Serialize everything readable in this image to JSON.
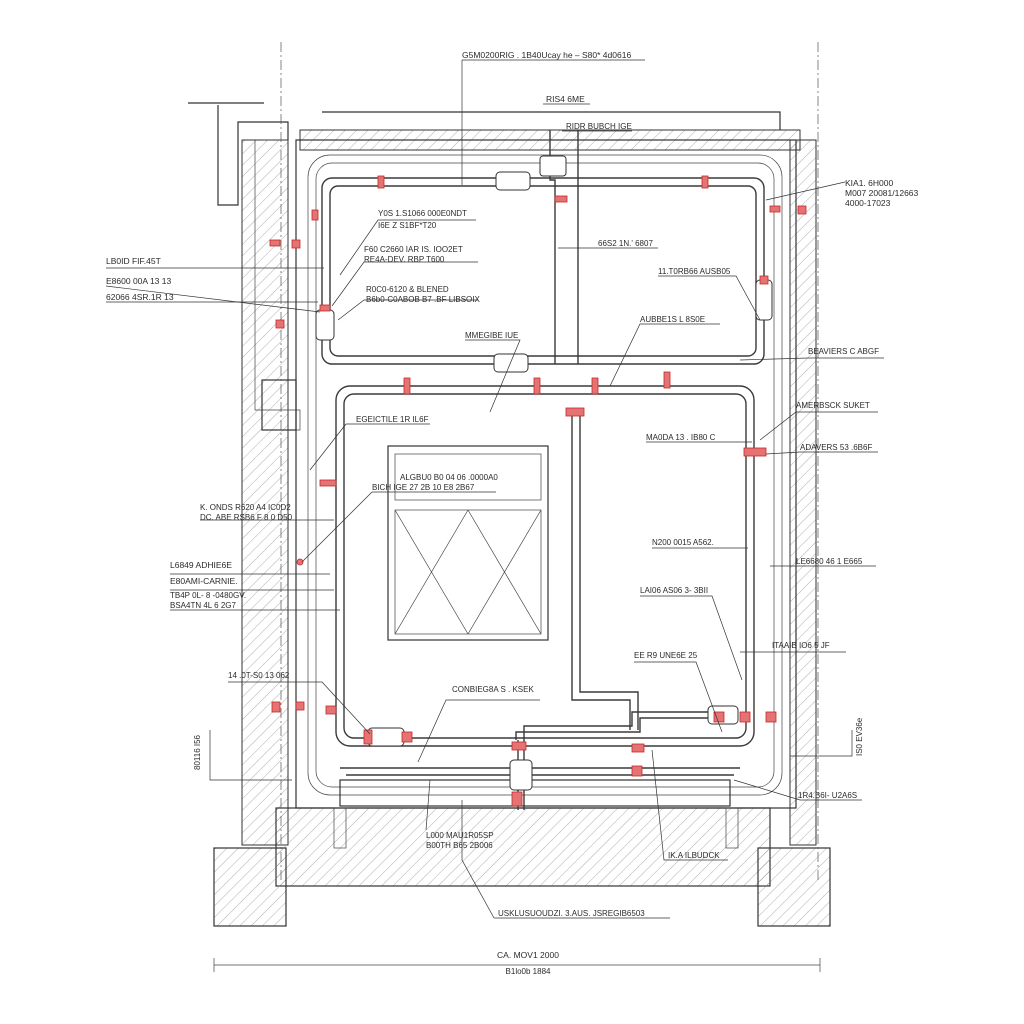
{
  "labels": {
    "top_title": "G5M0200RIG .  1B40Ucay he – S80* 4d0616",
    "riser_top": "RIS4  6ME",
    "riser_sub": "RIDR BUBCH IGE",
    "tr_1": "KIA1. 6H000",
    "tr_2": "M007 20081/12663",
    "tr_3": "4000-17023",
    "inner_1a": "Y0S 1.S1066  000E0NDT",
    "inner_1b": "I6E Z  S1BF*T20",
    "inner_2a": "F60 C2660  IAR IS. IOO2ET",
    "inner_2b": "RE4A-DEV.  RBP T600",
    "inner_3a": "R0C0-6120  & BLENED",
    "inner_3b": "B6b0-C0ABOB  B7 .BF LIBSOIX",
    "mid_label": "66S2 1N.'  6807",
    "right_1": "11.T0RB66 AUSB05",
    "right_2": "AUBBE1S  L 8S0E",
    "left_1": "LB0ID FIF.45T",
    "left_2": "E8600  00A 13 13",
    "left_3": "62066 4SR.1R 13",
    "center_top": "MMEGIBE IUE",
    "room_label": "EGEICTILE 1R  IL6F",
    "box_label": "ALGBU0 B0 04 06 .0000A0",
    "box_sub": "BICH IGE 27 2B 10  E8 2B67",
    "left_4a": "K. ONDS  R620  A4  IC0D2",
    "left_4b": "DC.  ABE  RSB6 F 8  0 D50",
    "left_5": "L6849  ADHIE6E",
    "left_6": "E80AMI-CARNIE.",
    "left_7a": "TB4P  0L- 8 -0480GV.",
    "left_7b": "BSA4TN  4L 6 2G7",
    "left_8": "14 .0T-S0 13  062",
    "left_9": "80116 I56",
    "right_3": "BEAVIERS  C ABGF",
    "right_4": "AMERBSCK  SUKET",
    "right_5": "ADAVERS  53 .6B6F",
    "right_6": "MA0DA 13 .  IB80 C",
    "right_7": "N200  0015  A562.",
    "right_8": "LE6680  46 1 E665",
    "right_9": "LAI06  AS06 3- 3BII",
    "right_10": "EE  R9 UNE6E  25",
    "right_11": "ITAAIB  IO6 5 JF",
    "right_12": "IS0 EV36e",
    "right_13": "1R4.B6I-  U2A6S",
    "bottom_1": "CONBIEG8A  S . KSEK",
    "bottom_2a": "L000  MAU1R05SP",
    "bottom_2b": "B00TH  B65  2B006",
    "bottom_3": "IK.A ILBUDCK",
    "base_label": "USKLUSUOUDZI.  3.AUS.  JSREGIB6503",
    "dim_1": "CA.  MOV1 2000",
    "dim_2": "B1lo0b  1884"
  }
}
